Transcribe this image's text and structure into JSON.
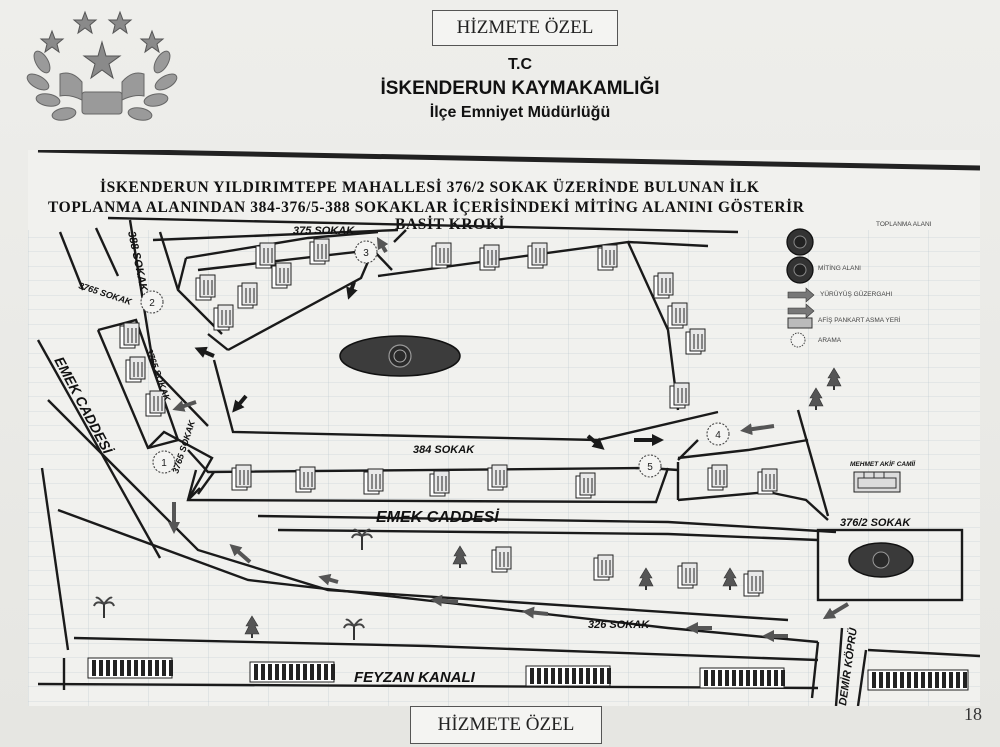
{
  "header": {
    "classification_top": "HİZMETE ÖZEL",
    "tc": "T.C",
    "organization": "İSKENDERUN KAYMAKAMLIĞI",
    "unit": "İlçe Emniyet Müdürlüğü"
  },
  "footer": {
    "classification_bottom": "HİZMETE ÖZEL",
    "page_number": "18"
  },
  "map": {
    "title_line1": "İSKENDERUN YILDIRIMTEPE MAHALLESİ  376/2 SOKAK ÜZERİNDE BULUNAN İLK",
    "title_line2": "TOPLANMA ALANINDAN  384-376/5-388 SOKAKLAR İÇERİSİNDEKİ MİTİNG ALANINI GÖSTERİR",
    "title_line3": "BASİT KROKİ",
    "streets": {
      "s375": "375 SOKAK",
      "s388": "388 SOKAK",
      "s3765_left": "3765 SOKAK",
      "s3765_mid": "3765 SOKAK",
      "s3765_low": "3765 SOKAK",
      "emek_left": "EMEK CADDESİ",
      "s384": "384 SOKAK",
      "emek_main": "EMEK CADDESİ",
      "s3762": "376/2 SOKAK",
      "s326": "326 SOKAK",
      "feyzan": "FEYZAN KANALI",
      "demir": "DEMİR KÖPRÜ",
      "mosque": "MEHMET AKİF CAMİİ"
    },
    "search_points": [
      "1",
      "2",
      "3",
      "4",
      "5"
    ],
    "legend": {
      "gathering": "TOPLANMA ALANI",
      "meeting": "MİTİNG ALANI",
      "route": "YÜRÜYÜŞ GÜZERGAHI",
      "banner": "AFİŞ PANKART ASMA YERİ",
      "search": "ARAMA"
    }
  },
  "colors": {
    "ink": "#1a1a1a",
    "arrow": "#555555",
    "grid": "#b9c4cc"
  }
}
